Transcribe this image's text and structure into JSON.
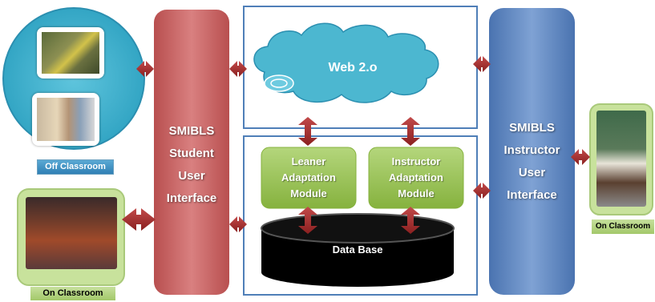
{
  "cloud": {
    "label": "Web 2.o"
  },
  "student_interface": {
    "lines": [
      "SMIBLS",
      "Student",
      "User",
      "Interface"
    ]
  },
  "instructor_interface": {
    "lines": [
      "SMIBLS",
      "Instructor",
      "User",
      "Interface"
    ]
  },
  "learner_module": {
    "lines": [
      "Leaner",
      "Adaptation",
      "Module"
    ]
  },
  "instructor_module": {
    "lines": [
      "Instructor",
      "Adaptation",
      "Module"
    ]
  },
  "database": {
    "label": "Data Base"
  },
  "off_classroom": {
    "label": "Off Classroom"
  },
  "on_classroom_left": {
    "label": "On Classroom"
  },
  "on_classroom_right": {
    "label": "On Classroom"
  },
  "colors": {
    "student_pillar": "#c96a6a",
    "instructor_pillar": "#5e86c2",
    "module_green": "#9bc45a",
    "cloud": "#4cb7d0",
    "arrow": "#a83232",
    "frame_blue": "#4f7fb8"
  }
}
